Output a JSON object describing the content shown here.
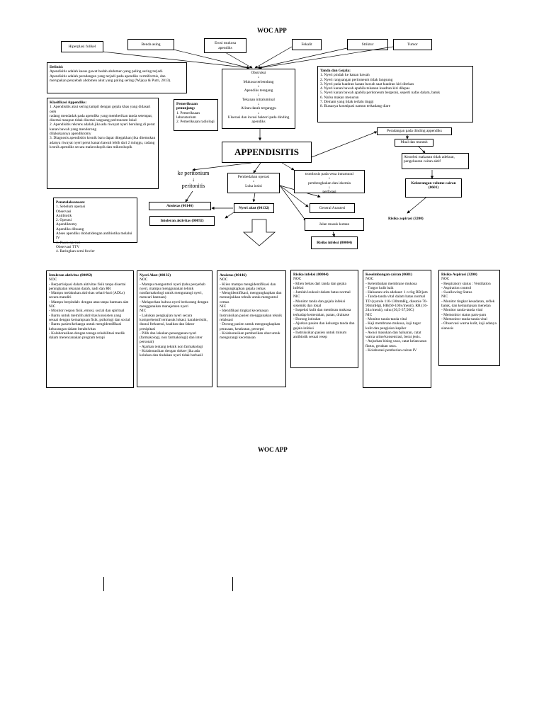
{
  "page_title": "WOC APP",
  "page_title_2": "WOC APP",
  "causes": [
    "Hiperplasi folikel",
    "Benda asing",
    "Erosi mukosa\napendiks",
    "Fekalit",
    "Striktur",
    "Tumor"
  ],
  "definisi": {
    "heading": "Definisi:",
    "body": "Apendisitis adalah kasus gawat bedah abdomen yang paling sering terjadi.\nApendisitis adalah peradangan yang terjadi pada apendiks vermiformis, dan\nmerupakan penyebab abdomen akut yang paling sering (Wijaya & Putri, 2013)."
  },
  "patofisiologi": {
    "body": "Obstruksi\n↓\nMukosa terbendung\n↓\nApendiks teregang\n↓\nTekanan intraluminal\n↓\nAliran darah terganggu\n↓\nUlserasi dan invasi bakteri pada dinding\napendiks"
  },
  "tanda_gejala": {
    "heading": "Tanda dan Gejala:",
    "body": "1. Nyeri pindah ke kanan bawah\n2. Nyeri rangsangan peritoneum tidak langsung\n3. Nyeri pada kuadran kanan bawah saat kuadran kiri ditekan\n4. Nyeri kanan bawah apabila tekanan kuadran kiri dilepas\n5. Nyeri kanan bawah apabila peritoneum bergerak, seperti nafas dalam, batuk\n6. Nafsu makan menurun\n7. Demam yang tidak terlalu tinggi\n8. Biasanya konstipasi namun terkadang diare"
  },
  "klasifikasi": {
    "heading": "Klasifikasi Appendiks:",
    "body": "1. Apendisitis akut sering tampil dengan gejala khas yang didasari oleh\nradang mendadak pada apendiks yang memberikan tanda setempat,\ndisertai maupun tidak disertai rangsang peritoneum lokal\n2. Apendisitis rekrens adalah jika ada riwayat nyeri berulang di perut kanan bawah yang mendorong\ndilakukannya apendiktomy\n3. Diagnosis apendisitis kronik baru dapat ditegakkan jika ditemukan\nadanya riwayat nyeri perut kanan bawah lebih dari 2 minggu, radang\nkronik apendiks secara makroskopik dan mikroskopik"
  },
  "pemeriksaan": {
    "heading": "Pemeriksaan penunjang:",
    "body": "1. Pemeriksaan laboratorium\n2. Pemeriksaan radiologi"
  },
  "appendisitis": "APPENDISITIS",
  "peradangan": "Peradangan pada dinding appendiks",
  "mual": "Mual dan muntah",
  "absorbsi": "Absorbsi makanan tidak adekuat,\npengeluaran cairan aktif",
  "kekurangan": "Kekurangan volume cairan\n(0601)",
  "risiko_aspirasi": "Risiko aspirasi (3200)",
  "peritonium": "ke peritonium\n↓\nperitonitis",
  "pembedahan": "Pembedahan operasi\n↓\nLuka insisi",
  "trombosis": "trombosis pada vena intramural\n↓\npembengkakan dan iskemia\n↓\nperforasi",
  "ansietas_node": "Ansietas (00146)",
  "nyeri_node": "Nyeri akut (00132)",
  "intoleransi_node": "Intoleran aktivitas (00092)",
  "general_anastesi": "General Anastesi",
  "jalan_masuk": "Jalan masuk kuman",
  "risiko_infeksi_node": "Risiko infeksi (00004)",
  "penatalaksanaan": {
    "heading": "Penatalaksanaan:",
    "body": "1. Sebelum operasi\nObservasi\nAntibiotik\n2. Operasi\nApendiktomy\nApendiks dibuang\nAbses apendiks diobatidengan antibiotika melalui IV\n3. Pasca operasi\nObservasi TTV\n4. Baringkan semi fowler"
  },
  "nursing": [
    {
      "title": "Intoleran aktivitas (00092)",
      "body": "NOC\n- Berpartisipasi dalam aktivitas fisik tanpa disertai peningkatan tekanan darah, nadi dan RR\n- Mampu melakukan aktivitas sehari-hari (ADLs) secara mandiri\n- Mampu berpindah: dengan atau tanpa bantuan alat\nNIC\n- Monitor respon fisik, emosi, social dan spiritual\n- Bantu untuk memilih aktivitas konsisten yang sesuai dengan kemampuan fisik, psikologi dan social\n- Bantu pasien/keluarga untuk mengidentifikasi kekurangan dalam beraktivitas\n- Kolaborasikan dengan tenaga rehabilitasi medik dalam merencanakan program terapi"
    },
    {
      "title": "Nyeri Akut (00132)",
      "body": "NOC\n- Mampu mengontrol nyeri (tahu penyebab nyeri, mampu menggunakan tehnik nonfarmakologi untuk mengurangi nyeri, mencari bantuan)\n- Melaporkan bahwa nyeri berkurang dengan menggunakan manajemen nyeri\nNIC\n- Lakukan pengkajian nyeri secara komprehensif termasuk lokasi, karakteristik, durasi frekuensi, kualitas dan faktor presipitasi\n- Pilih dan lakukan penanganan nyeri (farmakologi, non farmakologi) dan inter personal)\n- Ajarkan tentang teknik non farmakologi\n- Kolaborasikan dengan dokter jika ada keluhan dan tindakan nyeri tidak berhasil"
    },
    {
      "title": "Ansietas (00146)",
      "body": "NOC\n- Klien mampu mengidentifikasi dan mengungkapkan gejala cemas\n- Mengidentifikasi, mengungkapkan dan menunjukkan tehnik untuk mengontol cemas\nNIC\n- Identifikasi tingkat kecemasan\nInstruksikan pasien menggunakan teknik relaksasi\n- Dorong pasien untuk mengungkapkan perasaan, ketakutan, persepsi\n- Kolaborasikan pemberikan obat untuk mengurangi kecemasan"
    },
    {
      "title": "Risiko infeksi (00004)",
      "body": "NOC\n- Klien bebas dari tanda dan gejala infeksi\n- Jumlah leukosit dalam batas normal\nNIC\n- Monitor tanda dan gejala infeksi sistemik dan lokal\n- Inspeksi kulit dan membran mukosa terhadap kemerahan, panas, drainase\n- Dorong istirahat\n- Ajarkan pasien dan keluarga tanda dan gejala infeksi\n- Instruksikan pasien untuk minum antibiotik sesuai resep"
    },
    {
      "title": "Keseimbangan cairan (0601)",
      "body": "NOC\n- Kelembaban membrane mukosa\n- Turgor kulit baik\n- Haluaran urin adekuat: 1 cc/kg BB/jam\n- Tanda-tanda vital dalam batas normal TD (systole 110-130mmHg, diastole 70-90mmHg), HR(60-100x/menit), RR (16-24x/menit), suhu (36,5-37,50C)\nNIC\n- Monitor tanda-tanda vital\n- Kaji membrane mukosa, kaji tugor kulit dan pengisian kapiler\n- Awasi masukan dan haluaran, catat warna urine/konsentrasi, berat jenis.\n- Anjurkan bising usus, catat kelancaran flatus, gerakan usus.\n- Kolaborasi pemberian cairan IV"
    },
    {
      "title": "Risiko Aspirasi (3200)",
      "body": "NOC\n- Respiratory status : Ventilation\n- Aspiration control\n- Swallowing Status\nNIC\n- Monitor tingkat kesadaran, reflek batuk, dan kemampuan menelan\n- Monitor tanda-tanda vital\n- Memonitor status paru-paru\n- Memonitor tanda-tanda vital\n- Observasi warna kulit, kaji adanya sianosis"
    }
  ]
}
